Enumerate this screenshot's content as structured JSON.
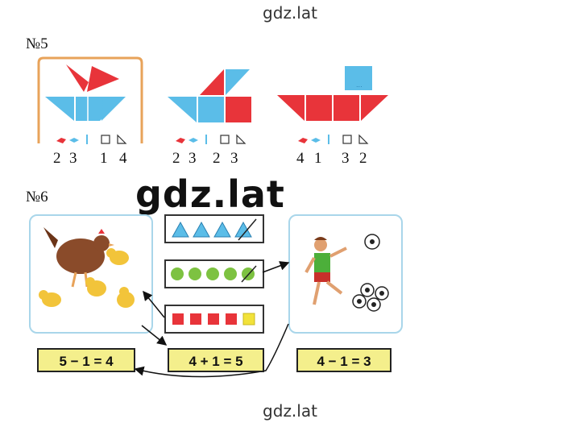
{
  "watermarks": {
    "top": "gdz.lat",
    "middle": "gdz.lat",
    "bottom": "gdz.lat"
  },
  "task5": {
    "label": "№5",
    "figures": [
      {
        "digits": [
          "2",
          "3",
          "1",
          "4"
        ],
        "highlighted": true
      },
      {
        "digits": [
          "2",
          "3",
          "2",
          "3"
        ],
        "highlighted": false
      },
      {
        "digits": [
          "4",
          "1",
          "3",
          "2"
        ],
        "highlighted": false
      }
    ]
  },
  "task6": {
    "label": "№6",
    "equations": [
      "5 − 1 = 4",
      "4 + 1 = 5",
      "4 − 1 = 3"
    ]
  },
  "colors": {
    "red": "#e8343a",
    "blue": "#5bbde8",
    "green": "#7dc241",
    "yellow": "#f4ef8c",
    "orange": "#e8a35a"
  }
}
